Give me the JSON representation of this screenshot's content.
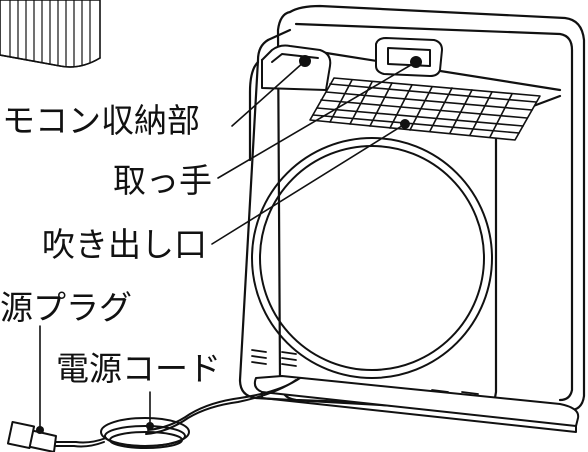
{
  "labels": {
    "remote_storage": "モコン収納部",
    "handle": "取っ手",
    "air_outlet": "吹き出し口",
    "power_plug": "源プラグ",
    "power_cord": "電源コード"
  }
}
